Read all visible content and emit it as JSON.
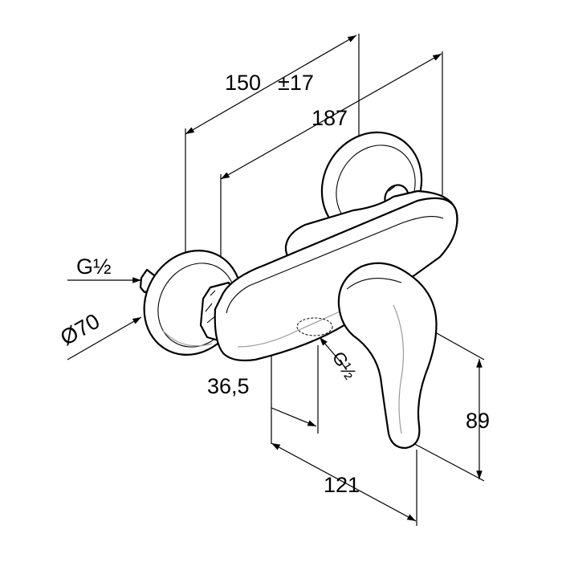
{
  "dimensions": {
    "width_centres": "150",
    "width_tolerance": "±17",
    "overall_length": "187",
    "connection_thread": "G½",
    "rosette_diameter": "Ø70",
    "outlet_offset": "36,5",
    "outlet_thread": "G½",
    "lever_height": "89",
    "projection": "121"
  },
  "colors": {
    "line": "#000000",
    "background": "#ffffff",
    "shade": "#9a9a9a"
  }
}
